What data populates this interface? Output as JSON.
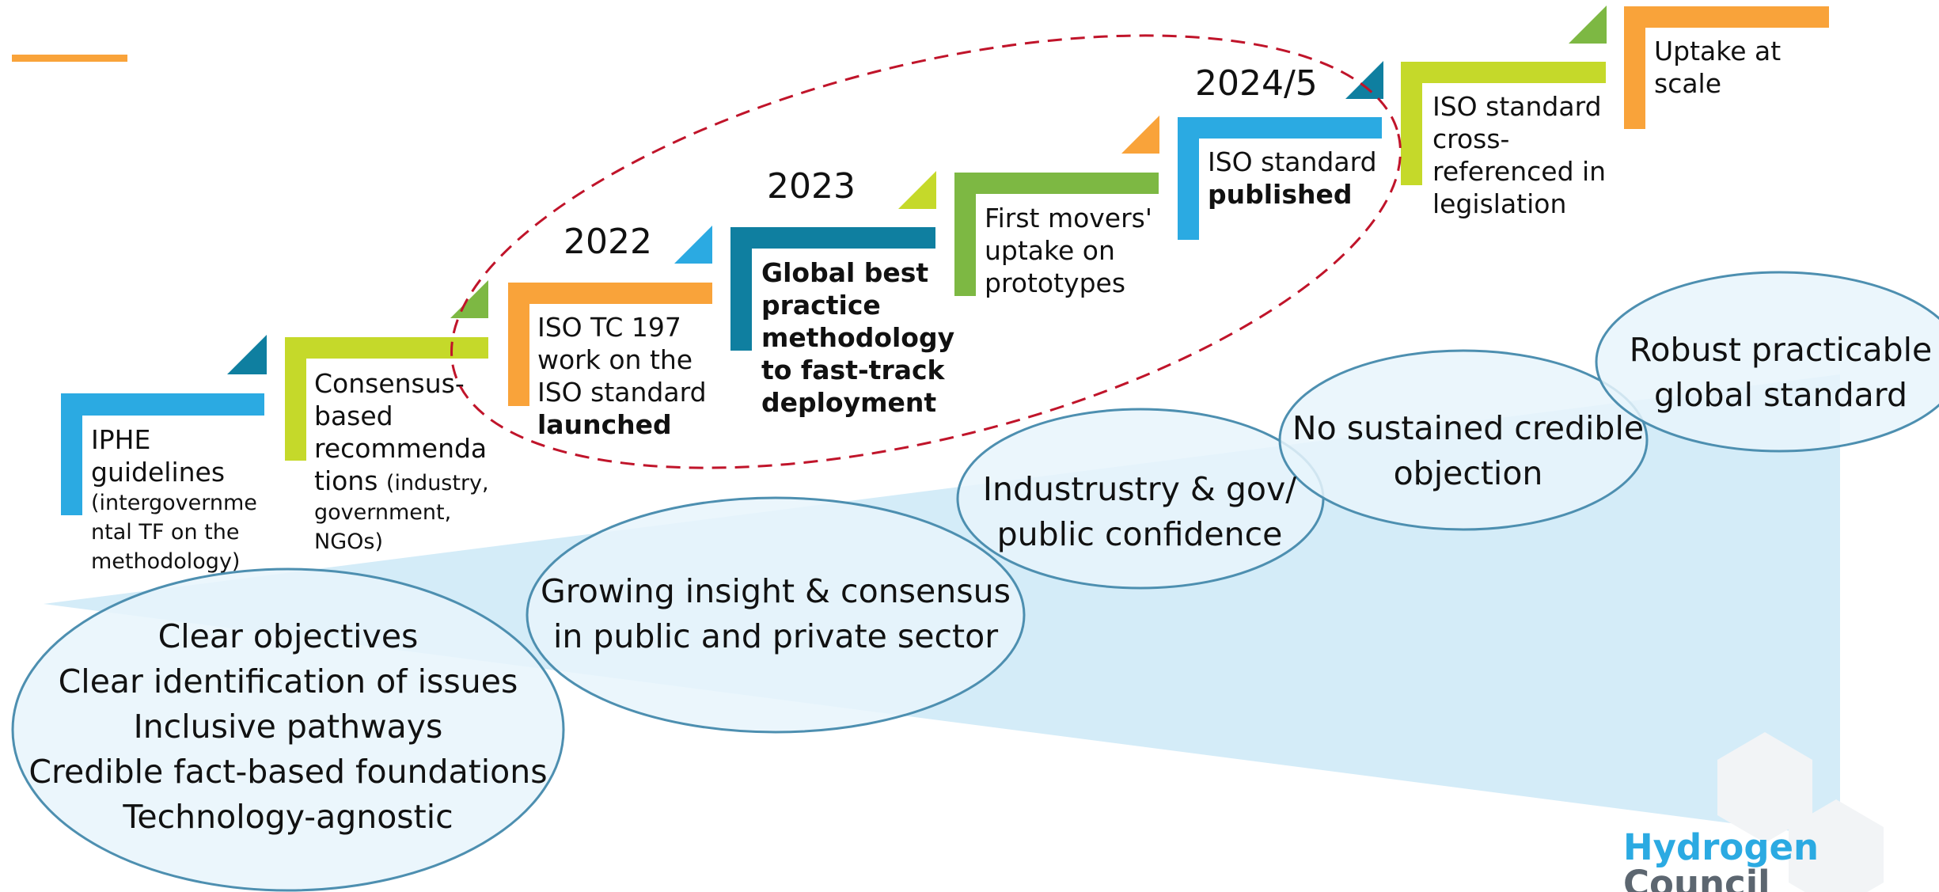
{
  "steps": [
    {
      "lines": [
        "IPHE",
        "guidelines"
      ],
      "small_lines": [
        "(intergovernme",
        "ntal TF on the",
        "methodology)"
      ]
    },
    {
      "lines": [
        "Consensus-",
        "based",
        "recommenda",
        "tions"
      ],
      "small_inline": "(industry,",
      "small_lines": [
        "government,",
        "NGOs)"
      ]
    },
    {
      "lines": [
        "ISO TC 197",
        "work on the",
        "ISO standard"
      ],
      "bold_line": "launched"
    },
    {
      "bold_lines": [
        "Global best",
        "practice",
        "methodology",
        "to fast-track",
        "deployment"
      ]
    },
    {
      "lines": [
        "First movers'",
        "uptake on",
        "prototypes"
      ]
    },
    {
      "lines": [
        "ISO standard"
      ],
      "bold_line": "published"
    },
    {
      "lines": [
        "ISO standard",
        "cross-",
        "referenced in",
        "legislation"
      ]
    },
    {
      "lines": [
        "Uptake at",
        "scale"
      ]
    }
  ],
  "years": [
    "2022",
    "2023",
    "2024/5"
  ],
  "ovals": [
    {
      "lines": [
        "Clear objectives",
        "Clear identification of issues",
        "Inclusive pathways",
        "Credible fact-based foundations",
        "Technology-agnostic"
      ]
    },
    {
      "lines": [
        "Growing insight & consensus",
        "in public and private sector"
      ]
    },
    {
      "lines": [
        "Industrustry & gov/",
        "public confidence"
      ]
    },
    {
      "lines": [
        "No sustained credible",
        "objection"
      ]
    },
    {
      "lines": [
        "Robust practicable",
        "global standard"
      ]
    }
  ],
  "logo": {
    "line1": "Hydrogen",
    "line2": "Council"
  },
  "colors": {
    "blue": "#2BAAE2",
    "teal": "#0F7FA0",
    "lime": "#C5D92A",
    "orange": "#F9A33A",
    "green": "#7DB843",
    "wedge": "#D4ECF8",
    "oval_fill": "#E8F5FB",
    "oval_stroke": "#4D8FB0",
    "dashed": "#C0142A",
    "logo_blue": "#2BAAE2",
    "logo_gray": "#5C6670"
  }
}
